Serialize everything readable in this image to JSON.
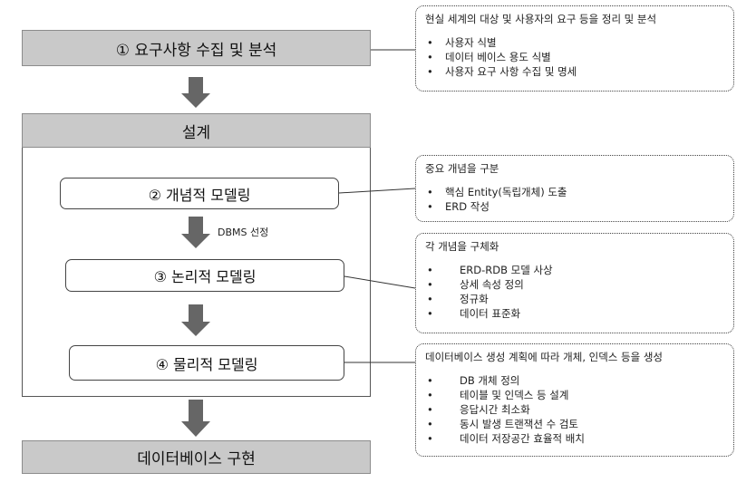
{
  "steps": {
    "requirements": "① 요구사항 수집 및 분석",
    "design": "설계",
    "conceptual": "② 개념적 모델링",
    "dbms_label": "DBMS 선정",
    "logical": "③ 논리적 모델링",
    "physical": "④ 물리적 모델링",
    "implementation": "데이터베이스 구현"
  },
  "notes": {
    "requirements": {
      "title": "현실 세계의 대상 및 사용자의 요구 등을 정리 및 분석",
      "items": [
        "사용자 식별",
        "데이터 베이스 용도 식별",
        "사용자 요구 사항 수집 및 명세"
      ]
    },
    "conceptual": {
      "title": "중요 개념을 구분",
      "items": [
        "핵심 Entity(독립개체) 도출",
        "ERD 작성"
      ]
    },
    "logical": {
      "title": "각 개념을 구체화",
      "items": [
        "ERD-RDB 모델 사상",
        "상세 속성 정의",
        "정규화",
        "데이터 표준화"
      ]
    },
    "physical": {
      "title": "데이터베이스 생성 계획에 따라 개체, 인덱스 등을 생성",
      "items": [
        "DB 개체 정의",
        "테이블 및 인덱스 등 설계",
        "응답시간 최소화",
        "동시 발생 트랜잭션 수 검토",
        "데이터 저장공간 효율적 배치"
      ]
    }
  },
  "colors": {
    "box_fill": "#c9c9c9",
    "arrow": "#666666"
  }
}
